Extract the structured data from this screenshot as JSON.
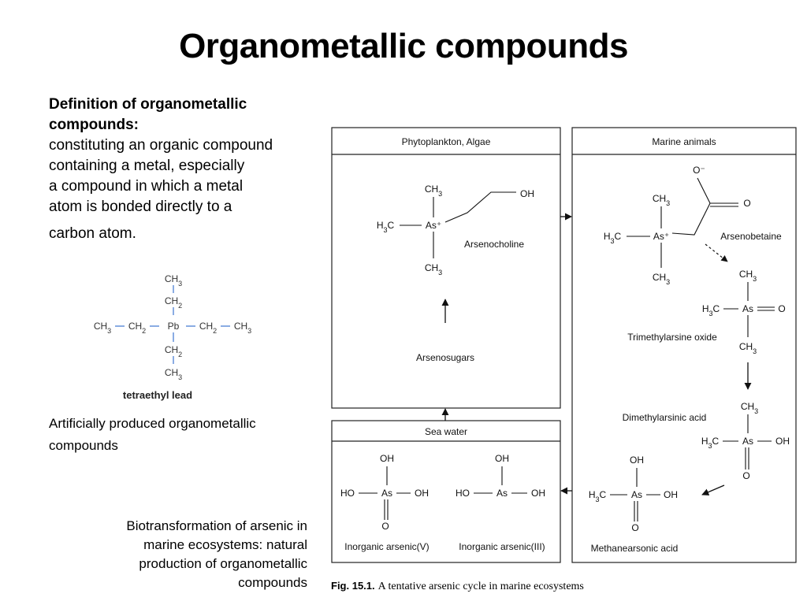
{
  "page": {
    "title": "Organometallic compounds",
    "definition": {
      "heading_line1": "Definition of organometallic",
      "heading_line2": "compounds:",
      "line1": "constituting an organic compound",
      "line2": "containing a metal, especially",
      "line3": "a compound in which a metal",
      "line4": "atom is bonded directly to a",
      "line5": "carbon atom."
    },
    "tetraethyl_lead": {
      "top_ch3": "CH3",
      "top_ch2": "CH2",
      "left_ch3": "CH3",
      "left_ch2": "CH2",
      "center": "Pb",
      "right_ch2": "CH2",
      "right_ch3": "CH3",
      "bottom_ch2": "CH2",
      "bottom_ch3": "CH3",
      "caption": "tetraethyl lead"
    },
    "artificial": {
      "line1": "Artificially produced organometallic",
      "line2": "compounds"
    },
    "biotransformation": {
      "line1": "Biotransformation of arsenic in",
      "line2": "marine ecosystems: natural",
      "line3": "production of organometallic",
      "line4": "compounds"
    }
  },
  "figure": {
    "caption_label": "Fig. 15.1.",
    "caption_text": "A tentative arsenic cycle in marine ecosystems",
    "boxes": {
      "phytoplankton": "Phytoplankton, Algae",
      "marine_animals": "Marine animals",
      "sea_water": "Sea water"
    },
    "compounds": {
      "arsenocholine": "Arsenocholine",
      "arsenosugars": "Arsenosugars",
      "arsenobetaine": "Arsenobetaine",
      "trimethylarsine_oxide": "Trimethylarsine oxide",
      "dimethylarsinic_acid": "Dimethylarsinic acid",
      "methanearsonic_acid": "Methanearsonic acid",
      "inorganic_v": "Inorganic arsenic(V)",
      "inorganic_iii": "Inorganic arsenic(III)"
    },
    "atoms": {
      "as": "As",
      "as_plus": "As⁺",
      "ch3": "CH3",
      "h3c": "H3C",
      "oh": "OH",
      "ho": "HO",
      "o": "O",
      "o_minus": "O⁻"
    }
  }
}
